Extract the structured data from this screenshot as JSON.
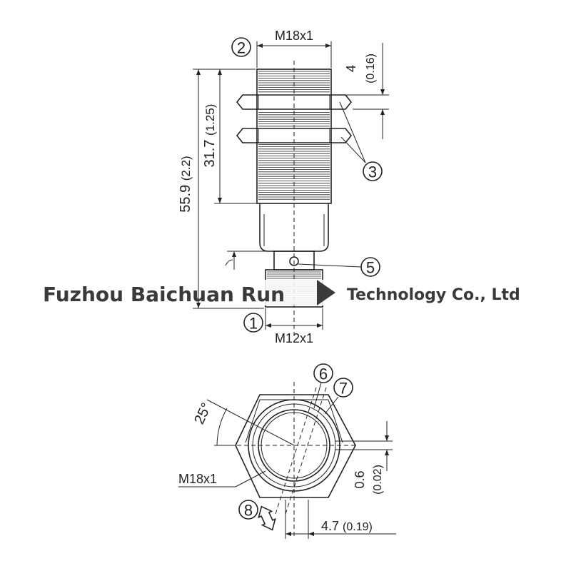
{
  "dimensions": {
    "thread_top": "M18x1",
    "thread_bottom": "M12x1",
    "thread_face": "M18x1",
    "dim_4": "4",
    "dim_4_inch": "(0.16)",
    "dim_55": "55.9",
    "dim_55_inch": "(2.2)",
    "dim_31": "31.7",
    "dim_31_inch": "(1.25)",
    "angle": "25°",
    "dim_06": "0.6",
    "dim_06_inch": "(0.02)",
    "dim_47": "4.7",
    "dim_47_inch": "(0.19)"
  },
  "callouts": {
    "c1": "1",
    "c2": "2",
    "c3": "3",
    "c5": "5",
    "c6": "6",
    "c7": "7",
    "c8": "8"
  },
  "watermark": {
    "left": "Fuzhou Baichuan Run",
    "right": "Technology Co., Ltd"
  },
  "colors": {
    "line": "#222222",
    "background": "#ffffff",
    "watermark": "#3a3a3a"
  }
}
